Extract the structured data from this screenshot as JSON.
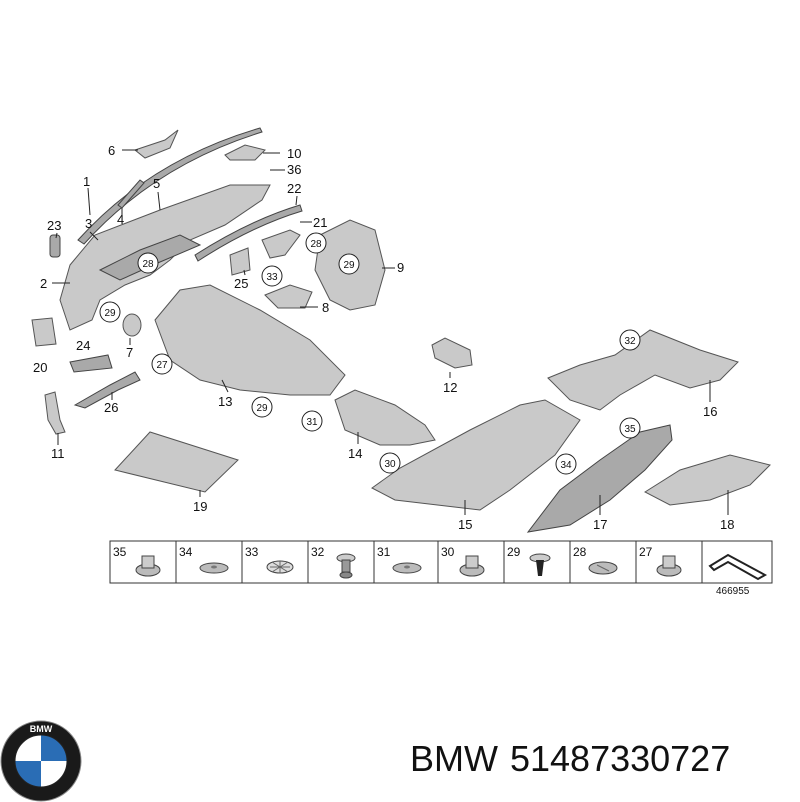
{
  "callouts": [
    {
      "id": "c6",
      "text": "6"
    },
    {
      "id": "c10",
      "text": "10"
    },
    {
      "id": "c36",
      "text": "36"
    },
    {
      "id": "c1",
      "text": "1"
    },
    {
      "id": "c5",
      "text": "5"
    },
    {
      "id": "c22",
      "text": "22"
    },
    {
      "id": "c4",
      "text": "4"
    },
    {
      "id": "c23",
      "text": "23"
    },
    {
      "id": "c3",
      "text": "3"
    },
    {
      "id": "c21",
      "text": "21"
    },
    {
      "id": "c2",
      "text": "2"
    },
    {
      "id": "c25",
      "text": "25"
    },
    {
      "id": "c9",
      "text": "9"
    },
    {
      "id": "c8",
      "text": "8"
    },
    {
      "id": "c20",
      "text": "20"
    },
    {
      "id": "c24",
      "text": "24"
    },
    {
      "id": "c7",
      "text": "7"
    },
    {
      "id": "c26",
      "text": "26"
    },
    {
      "id": "c13",
      "text": "13"
    },
    {
      "id": "c12",
      "text": "12"
    },
    {
      "id": "c16",
      "text": "16"
    },
    {
      "id": "c11",
      "text": "11"
    },
    {
      "id": "c14",
      "text": "14"
    },
    {
      "id": "c19",
      "text": "19"
    },
    {
      "id": "c15",
      "text": "15"
    },
    {
      "id": "c17",
      "text": "17"
    },
    {
      "id": "c18",
      "text": "18"
    }
  ],
  "circled": [
    {
      "id": "r28a",
      "text": "28"
    },
    {
      "id": "r28b",
      "text": "28"
    },
    {
      "id": "r29a",
      "text": "29"
    },
    {
      "id": "r29b",
      "text": "29"
    },
    {
      "id": "r29c",
      "text": "29"
    },
    {
      "id": "r33",
      "text": "33"
    },
    {
      "id": "r27",
      "text": "27"
    },
    {
      "id": "r31",
      "text": "31"
    },
    {
      "id": "r30",
      "text": "30"
    },
    {
      "id": "r32",
      "text": "32"
    },
    {
      "id": "r35",
      "text": "35"
    },
    {
      "id": "r34",
      "text": "34"
    }
  ],
  "fastener_table": [
    "35",
    "34",
    "33",
    "32",
    "31",
    "30",
    "29",
    "28",
    "27"
  ],
  "diagram_number": "466955",
  "brand": "BMW",
  "part_number": "51487330727"
}
